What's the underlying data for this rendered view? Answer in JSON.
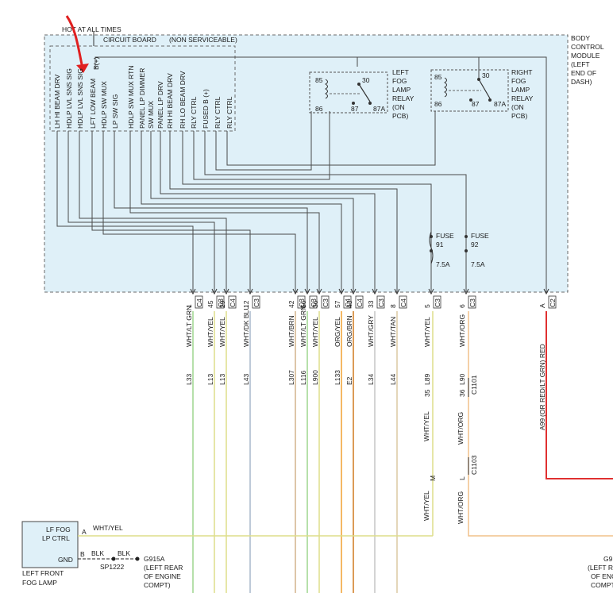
{
  "header": {
    "hot_at_all_times": "HOT AT ALL TIMES",
    "circuit_board": "CIRCUIT BOARD",
    "non_serviceable": "(NON SERVICEABLE)"
  },
  "module": {
    "lines": [
      "BODY",
      "CONTROL",
      "MODULE",
      "(LEFT",
      "END OF",
      "DASH)"
    ]
  },
  "internal_labels": [
    "LH HI BEAM DRV",
    "HDLP LVL SNS SIG",
    "HDLP LVL SNS SIG",
    "LFT LOW BEAM",
    "HDLP SW MUX",
    "LP SW SIG",
    "HDLP SW MUX RTN",
    "PANEL LP DIMMER",
    "SW MUX",
    "PANEL LP DRV",
    "RH HI BEAM DRV",
    "RH LO BEAM DRV",
    "RLY CTRL",
    "FUSED B (+)",
    "RLY CTRL",
    "RLY CTRL"
  ],
  "b_plus": "B(+)",
  "relays": {
    "left": {
      "lines": [
        "LEFT",
        "FOG",
        "LAMP",
        "RELAY",
        "(ON",
        "PCB)"
      ],
      "pins": [
        "85",
        "86",
        "30",
        "87",
        "87A"
      ]
    },
    "right": {
      "lines": [
        "RIGHT",
        "FOG",
        "LAMP",
        "RELAY",
        "(ON",
        "PCB)"
      ],
      "pins": [
        "85",
        "86",
        "30",
        "87",
        "87A"
      ]
    }
  },
  "fuses": [
    {
      "label": "FUSE",
      "number": "91",
      "rating": "7.5A"
    },
    {
      "label": "FUSE",
      "number": "92",
      "rating": "7.5A"
    }
  ],
  "connector_pins": [
    {
      "pin": "1",
      "conn": "C4",
      "wire_color": "WHT/LT GRN",
      "circuit": "L33",
      "hex": "#9ed58e"
    },
    {
      "pin": "45",
      "conn": "C3",
      "wire_color": "WHT/YEL",
      "circuit": "L13",
      "hex": "#dede8a"
    },
    {
      "pin": "29",
      "conn": "C4",
      "wire_color": "WHT/YEL",
      "circuit": "L13",
      "hex": "#dede8a"
    },
    {
      "pin": "12",
      "conn": "C3",
      "wire_color": "WHT/DK BLU",
      "circuit": "L43",
      "hex": "#a9b9cc"
    },
    {
      "pin": "42",
      "conn": "C3",
      "wire_color": "WHT/BRN",
      "circuit": "L307",
      "hex": "#d2b48c"
    },
    {
      "pin": "56",
      "conn": "C3",
      "wire_color": "WHT/LT GRN",
      "circuit": "L116",
      "hex": "#9ed58e"
    },
    {
      "pin": "36",
      "conn": "C3",
      "wire_color": "WHT/YEL",
      "circuit": "L900",
      "hex": "#dede8a"
    },
    {
      "pin": "57",
      "conn": "C4",
      "wire_color": "ORG/YEL",
      "circuit": "L133",
      "hex": "#f0a030"
    },
    {
      "pin": "43",
      "conn": "C4",
      "wire_color": "ORG/BRN",
      "circuit": "E2",
      "hex": "#d07a1e"
    },
    {
      "pin": "33",
      "conn": "C3",
      "wire_color": "WHT/GRY",
      "circuit": "L34",
      "hex": "#c6c6c6"
    },
    {
      "pin": "8",
      "conn": "C4",
      "wire_color": "WHT/TAN",
      "circuit": "L44",
      "hex": "#dcc9a2"
    },
    {
      "pin": "5",
      "conn": "C3",
      "wire_color": "WHT/YEL",
      "circuit": "L89",
      "hex": "#dede8a"
    },
    {
      "pin": "6",
      "conn": "C3",
      "wire_color": "WHT/ORG",
      "circuit": "L90",
      "hex": "#f0c08a"
    },
    {
      "pin": "A",
      "conn": "C2",
      "wire_color": "(OR RED/LT GRN) RED",
      "circuit": "A99",
      "hex": "#e03030"
    }
  ],
  "inline_connector": {
    "c1101": {
      "name": "C1101",
      "pins": [
        "35",
        "36"
      ]
    },
    "c1103": {
      "name": "C1103",
      "pins": [
        "M",
        "L"
      ]
    }
  },
  "mid_wire_labels": [
    "WHT/YEL",
    "WHT/ORG",
    "WHT/YEL",
    "WHT/ORG"
  ],
  "fog_lamp": {
    "lf_fog": "LF FOG",
    "lp_ctrl": "LP CTRL",
    "gnd": "GND",
    "pin_a": "A",
    "pin_b": "B",
    "name_lines": [
      "LEFT FRONT",
      "FOG LAMP"
    ],
    "feed_wire": "WHT/YEL"
  },
  "ground": {
    "blk1": "BLK",
    "blk2": "BLK",
    "splice": "SP1222",
    "name": "G915A",
    "lines": [
      "(LEFT REAR",
      "OF ENGINE",
      "COMPT)"
    ]
  },
  "ground_right": {
    "name": "G9",
    "lines": [
      "(LEFT R",
      "OF ENG",
      "COMPT"
    ]
  }
}
